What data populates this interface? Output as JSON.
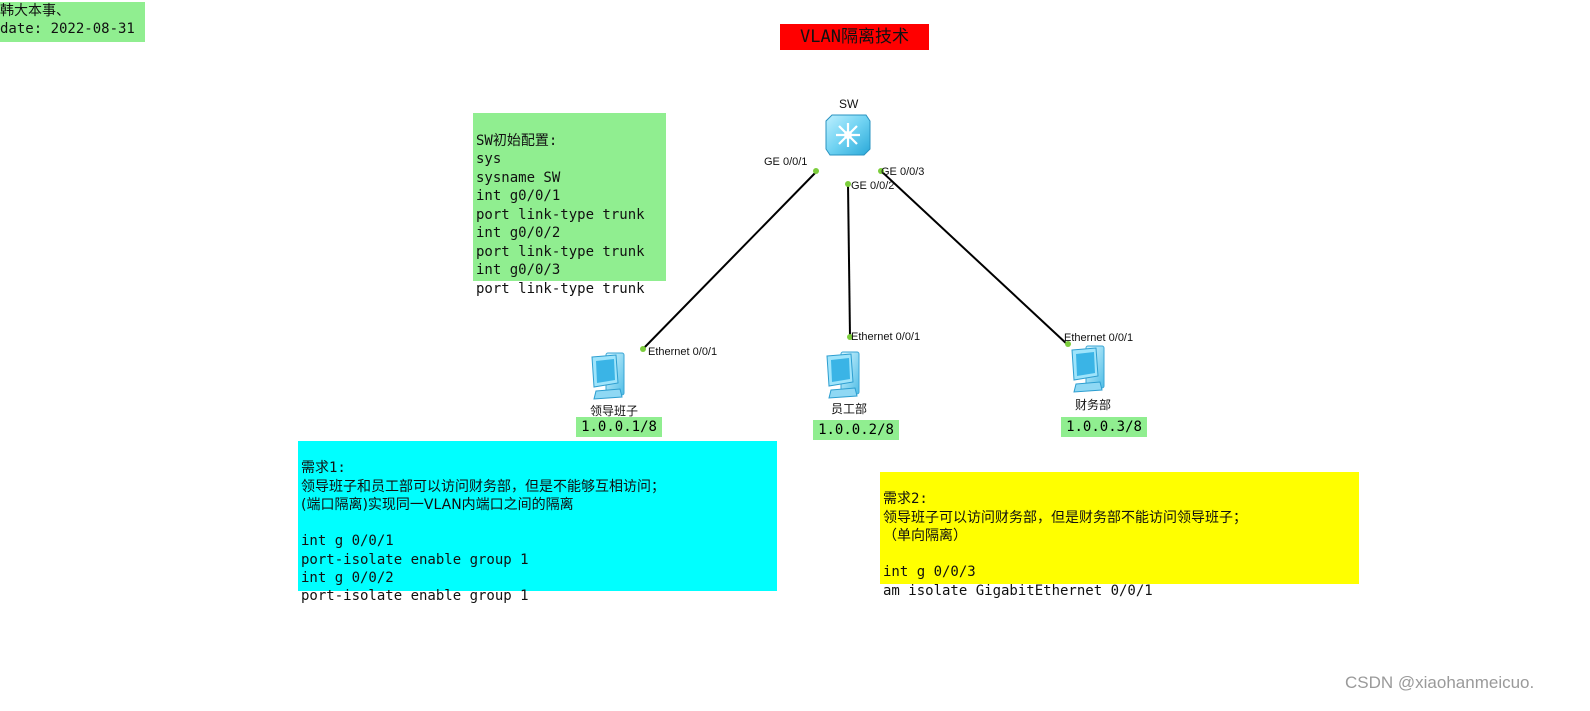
{
  "author_note": {
    "line1": "韩大本事、",
    "line2": "date: 2022-08-31"
  },
  "title": "VLAN隔离技术",
  "sw_config": {
    "lines": [
      "SW初始配置:",
      "sys",
      "sysname SW",
      "int g0/0/1",
      "port link-type trunk",
      "int g0/0/2",
      "port link-type trunk",
      "int g0/0/3",
      "port link-type trunk"
    ]
  },
  "switch": {
    "name": "SW",
    "ports": {
      "ge1": "GE 0/0/1",
      "ge2": "GE 0/0/2",
      "ge3": "GE 0/0/3"
    }
  },
  "pcs": [
    {
      "name": "领导班子",
      "port": "Ethernet 0/0/1",
      "ip": "1.0.0.1/8"
    },
    {
      "name": "员工部",
      "port": "Ethernet 0/0/1",
      "ip": "1.0.0.2/8"
    },
    {
      "name": "财务部",
      "port": "Ethernet 0/0/1",
      "ip": "1.0.0.3/8"
    }
  ],
  "requirement1": {
    "lines": [
      "需求1:",
      "领导班子和员工部可以访问财务部，但是不能够互相访问；",
      "(端口隔离)实现同一VLAN内端口之间的隔离",
      "",
      "int g 0/0/1",
      "port-isolate enable group 1",
      "int g 0/0/2",
      "port-isolate enable group 1"
    ]
  },
  "requirement2": {
    "lines": [
      "需求2:",
      "领导班子可以访问财务部，但是财务部不能访问领导班子；",
      "（单向隔离）",
      "",
      "int g 0/0/3",
      "am isolate GigabitEthernet 0/0/1"
    ]
  },
  "watermark": "CSDN @xiaohanmeicuo.",
  "colors": {
    "note_bg": "#90ee90",
    "title_bg": "#ff0000",
    "req1_bg": "#00ffff",
    "req2_bg": "#ffff00",
    "link": "#000000",
    "port_dot": "#7ccd3c",
    "device": "#5cc8f0"
  },
  "icons": {
    "switch": "switch-icon",
    "pc": "pc-icon"
  }
}
